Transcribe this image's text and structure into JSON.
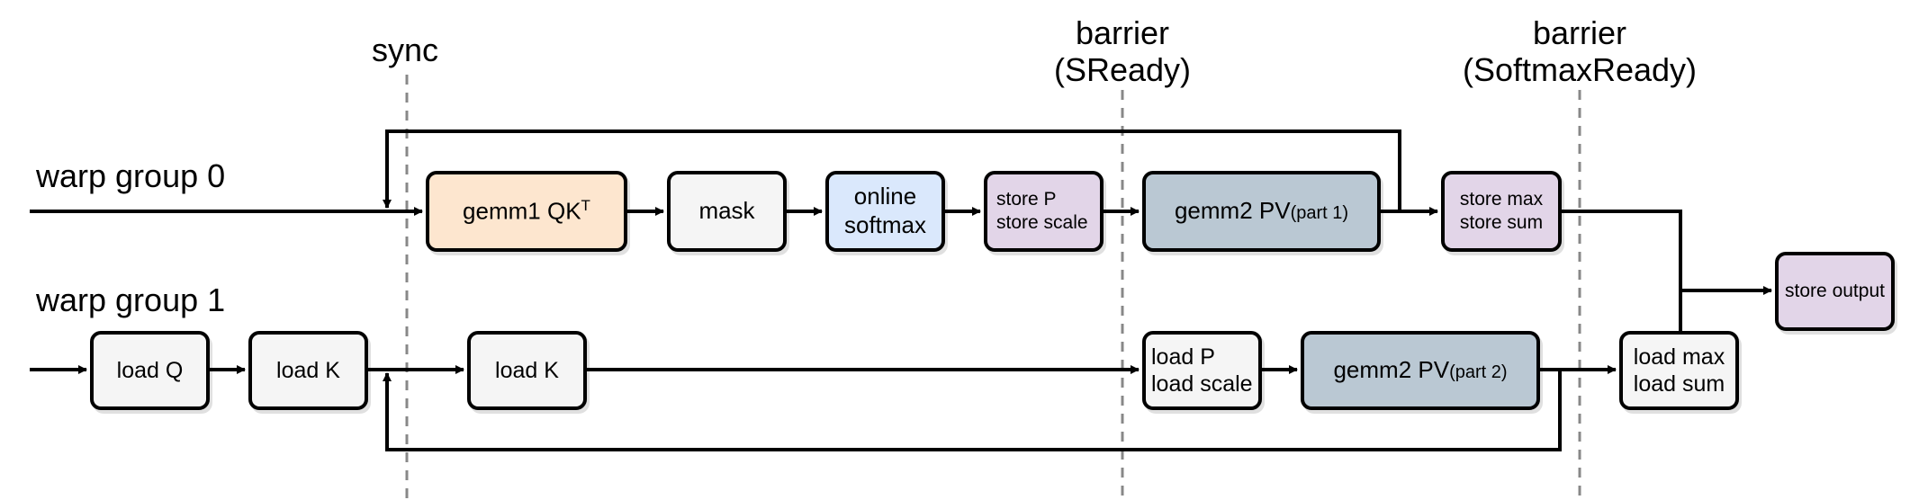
{
  "sync": {
    "label": "sync"
  },
  "barriers": {
    "s_ready": {
      "line1": "barrier",
      "line2": "(SReady)"
    },
    "softmax_ready": {
      "line1": "barrier",
      "line2": "(SoftmaxReady)"
    }
  },
  "warp_groups": {
    "wg0": {
      "label": "warp group 0"
    },
    "wg1": {
      "label": "warp group 1"
    }
  },
  "nodes": {
    "gemm1": {
      "text": "gemm1  QK",
      "sup": "T"
    },
    "mask": {
      "text": "mask"
    },
    "online_softmax": {
      "line1": "online",
      "line2": "softmax"
    },
    "store_p_scale": {
      "line1": "store P",
      "line2": "store scale"
    },
    "gemm2_part1": {
      "text": "gemm2  PV",
      "sub": "(part 1)"
    },
    "store_max_sum": {
      "line1": "store max",
      "line2": "store sum"
    },
    "store_output": {
      "text": "store output"
    },
    "load_q": {
      "text": "load Q"
    },
    "load_k_1": {
      "text": "load K"
    },
    "load_k_2": {
      "text": "load K"
    },
    "load_p_scale": {
      "line1": "load P",
      "line2": "load scale"
    },
    "gemm2_part2": {
      "text": "gemm2  PV",
      "sub": "(part 2)"
    },
    "load_max_sum": {
      "line1": "load max",
      "line2": "load sum"
    }
  },
  "colors": {
    "gray": "#f5f5f5",
    "orange": "#fde6cf",
    "blue": "#dae8fc",
    "purple": "#e2d5e8",
    "slate": "#bac8d3",
    "dashed_line": "#888888"
  }
}
